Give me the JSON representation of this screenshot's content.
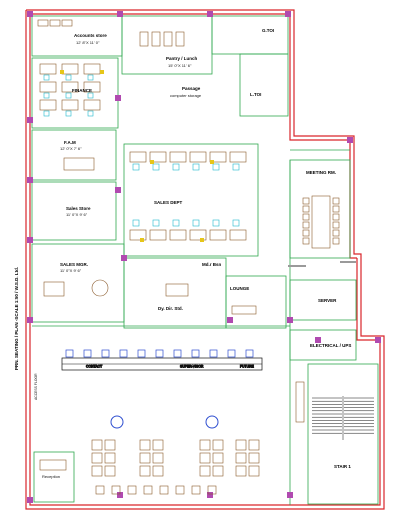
{
  "plan": {
    "colors": {
      "outer_wall": "#d9262b",
      "inner_wall": "#2fa84f",
      "line": "#111111",
      "furniture": "#8a5a2b",
      "column": "#b04ab0",
      "chair_blue": "#2f4fd0",
      "cyan": "#22b8cf",
      "yellow": "#e6c619",
      "grey": "#9a9a9a"
    },
    "rooms": {
      "accounts_store": {
        "name": "Accounts store",
        "size": "12' 8\"X 11' 0\""
      },
      "pantry_lunch": {
        "name": "Pantry / Lunch",
        "size": "15' 0\"X 11' 6\""
      },
      "gents_toilet": {
        "name": "G.TOI"
      },
      "ladies_toilet": {
        "name": "L.TOI"
      },
      "finance": {
        "name": "FINANCE"
      },
      "passage": {
        "name": "Passage",
        "sub": "computer storage"
      },
      "fam": {
        "name": "F.A.M",
        "size": "12' 0\"X 7' 6\""
      },
      "sales_dept": {
        "name": "SALES DEPT"
      },
      "meeting_room": {
        "name": "MEETING RM."
      },
      "sales_store": {
        "name": "Sales Store",
        "size": "11' 0\"X 9' 6\""
      },
      "sales_mgr": {
        "name": "SALES MGR.",
        "size": "11' 0\"X 9' 6\""
      },
      "mdf": {
        "name": "Md.r Bsn"
      },
      "lounge": {
        "name": "LOUNGE"
      },
      "server": {
        "name": "SERVER"
      },
      "electrical_ups": {
        "name": "ELECTRICAL / UPS"
      },
      "dy_dir": {
        "name": "Dy. Dir. Std."
      },
      "reception": {
        "name": "Reception"
      },
      "stair": {
        "name": "STAIR 1"
      }
    },
    "counters": [
      "CONTACT",
      "SUPER-VISOR",
      "FUTURE"
    ],
    "side_note": "PRN. SEATING / PLAN -SCALE 1:50 / W.S.D. Ltd.",
    "side_small": "ACCESS FLOOR"
  }
}
